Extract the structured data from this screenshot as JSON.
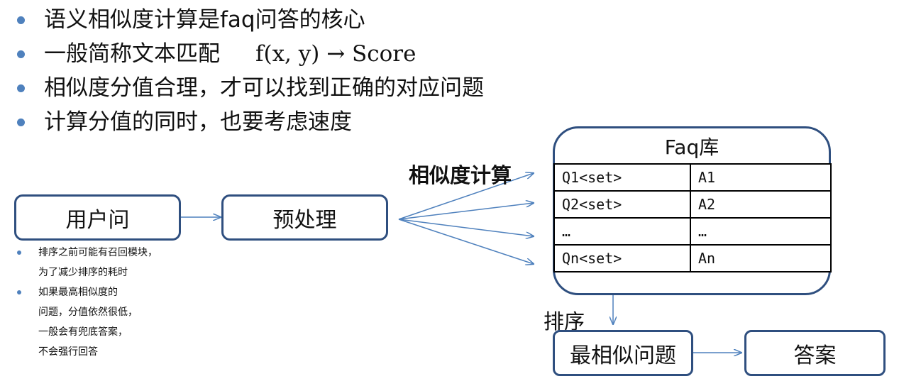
{
  "bullets": [
    {
      "text": "语义相似度计算是faq问答的核心"
    },
    {
      "text": "一般简称文本匹配",
      "formula": "f(x, y) → Score"
    },
    {
      "text": "相似度分值合理，才可以找到正确的对应问题"
    },
    {
      "text": "计算分值的同时，也要考虑速度"
    }
  ],
  "nodes": {
    "user_query": "用户问",
    "preprocess": "预处理",
    "best_question": "最相似问题",
    "answer": "答案"
  },
  "labels": {
    "similarity": "相似度计算",
    "rank": "排序"
  },
  "faq": {
    "title": "Faq库",
    "rows": [
      {
        "q": "Q1<set>",
        "a": "A1"
      },
      {
        "q": "Q2<set>",
        "a": "A2"
      },
      {
        "q": "…",
        "a": "…"
      },
      {
        "q": "Qn<set>",
        "a": "An"
      }
    ]
  },
  "notes": [
    {
      "lines": [
        "排序之前可能有召回模块，",
        "为了减少排序的耗时"
      ]
    },
    {
      "lines": [
        "如果最高相似度的",
        "问题，分值依然很低，",
        "一般会有兜底答案，",
        "不会强行回答"
      ]
    }
  ],
  "colors": {
    "box_border": "#2f4f7f",
    "arrow": "#4f81bd",
    "bullet": "#4f81bd"
  }
}
